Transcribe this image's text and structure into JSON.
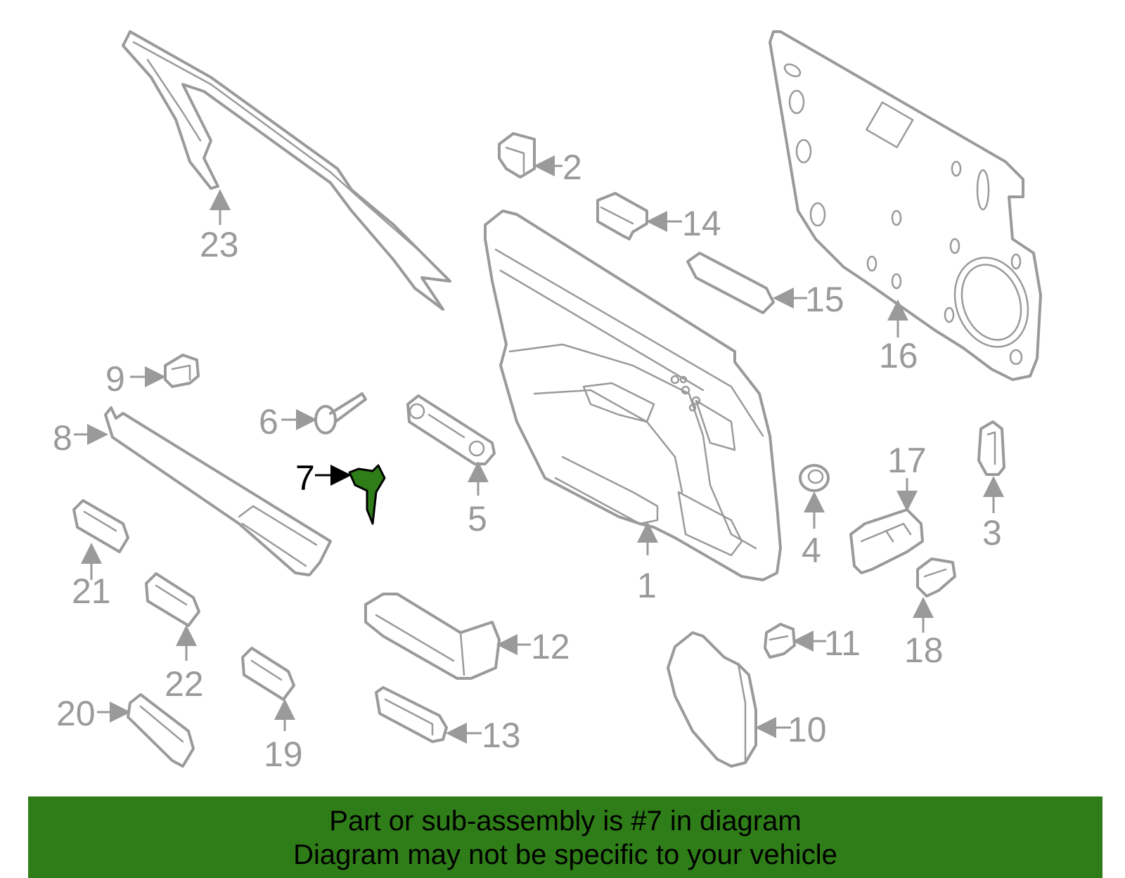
{
  "banner": {
    "line1": "Part or sub-assembly is #7 in diagram",
    "line2": "Diagram may not be specific to your vehicle"
  },
  "highlight_color": "#2f7d18",
  "callouts": {
    "c1": "1",
    "c2": "2",
    "c3": "3",
    "c4": "4",
    "c5": "5",
    "c6": "6",
    "c7": "7",
    "c8": "8",
    "c9": "9",
    "c10": "10",
    "c11": "11",
    "c12": "12",
    "c13": "13",
    "c14": "14",
    "c15": "15",
    "c16": "16",
    "c17": "17",
    "c18": "18",
    "c19": "19",
    "c20": "20",
    "c21": "21",
    "c22": "22",
    "c23": "23"
  },
  "highlighted_part": "7"
}
